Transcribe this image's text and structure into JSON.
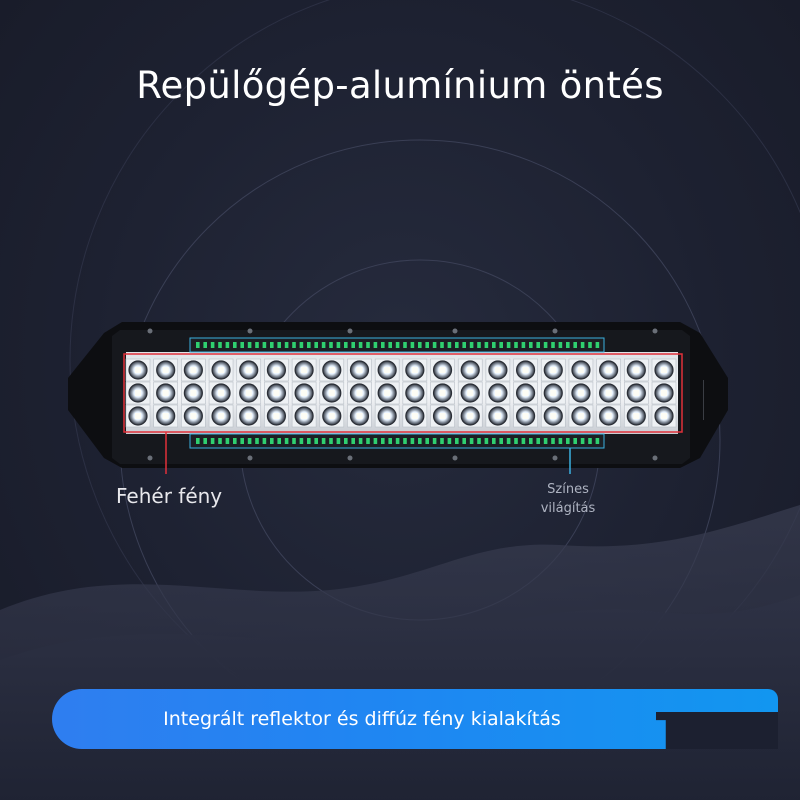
{
  "headline": "Repülőgép-alumínium öntés",
  "labels": {
    "white_light": "Fehér fény",
    "color_light_line1": "Színes",
    "color_light_line2": "világítás"
  },
  "banner": {
    "text": "Integrált reflektor és diffúz fény kialakítás"
  },
  "colors": {
    "background": "#1c2030",
    "banner_blue": "#1f86f2",
    "white_light_marker": "#e0303a",
    "color_light_marker": "#3ab0e0",
    "color_strip_green": "#2fd070"
  },
  "product": {
    "name": "LED light bar",
    "led_columns": 20,
    "led_rows": 3
  }
}
